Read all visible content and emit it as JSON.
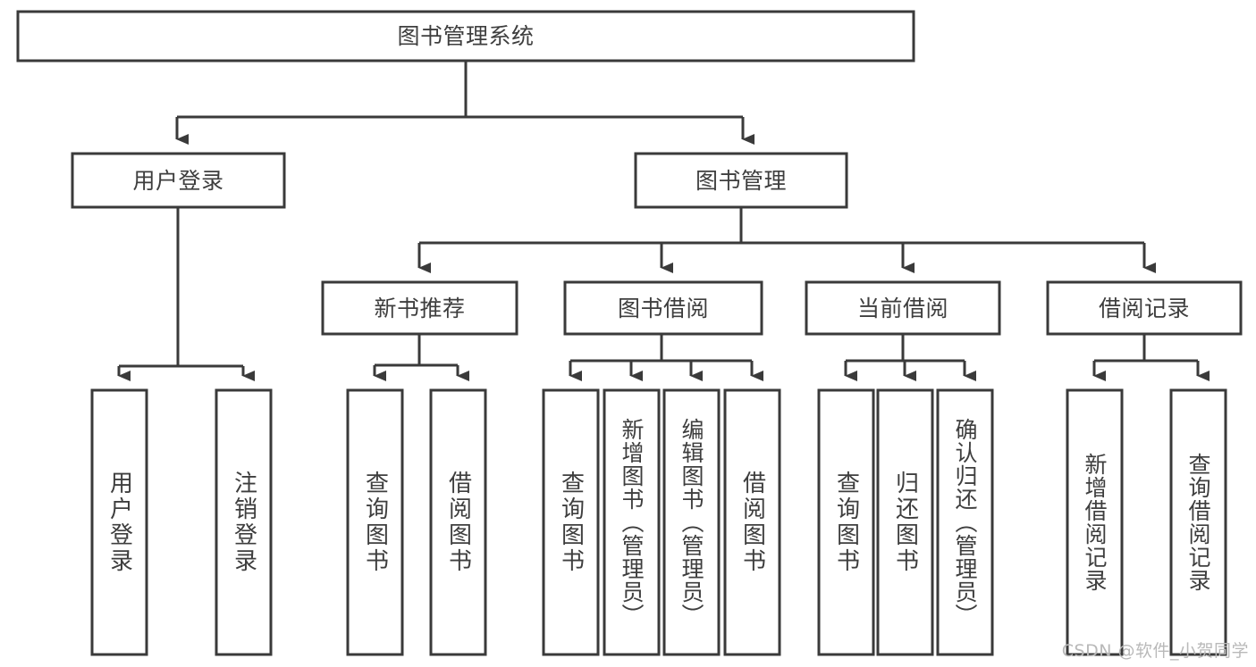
{
  "diagram": {
    "type": "tree-hierarchy-diagram",
    "title": "图书管理系统",
    "watermark": "CSDN @软件_小贺同学",
    "colors": {
      "background": "#ffffff",
      "box_fill": "#ffffff",
      "box_stroke": "#3a3a3a",
      "text": "#3e3e3e",
      "watermark": "#b9b9b9"
    },
    "levels": {
      "root": {
        "label": "图书管理系统"
      },
      "level1": [
        {
          "label": "用户登录"
        },
        {
          "label": "图书管理"
        }
      ],
      "level2": [
        {
          "label": "新书推荐"
        },
        {
          "label": "图书借阅"
        },
        {
          "label": "当前借阅"
        },
        {
          "label": "借阅记录"
        }
      ]
    },
    "leaves": {
      "user_login": [
        {
          "label": "用户登录"
        },
        {
          "label": "注销登录"
        }
      ],
      "new_book_recommend": [
        {
          "label": "查询图书"
        },
        {
          "label": "借阅图书"
        }
      ],
      "book_borrow": [
        {
          "label": "查询图书"
        },
        {
          "label": "新增图书（管理员）"
        },
        {
          "label": "编辑图书（管理员）"
        },
        {
          "label": "借阅图书"
        }
      ],
      "current_borrow": [
        {
          "label": "查询图书"
        },
        {
          "label": "归还图书"
        },
        {
          "label": "确认归还（管理员）"
        }
      ],
      "borrow_record": [
        {
          "label": "新增借阅记录"
        },
        {
          "label": "查询借阅记录"
        }
      ]
    }
  }
}
